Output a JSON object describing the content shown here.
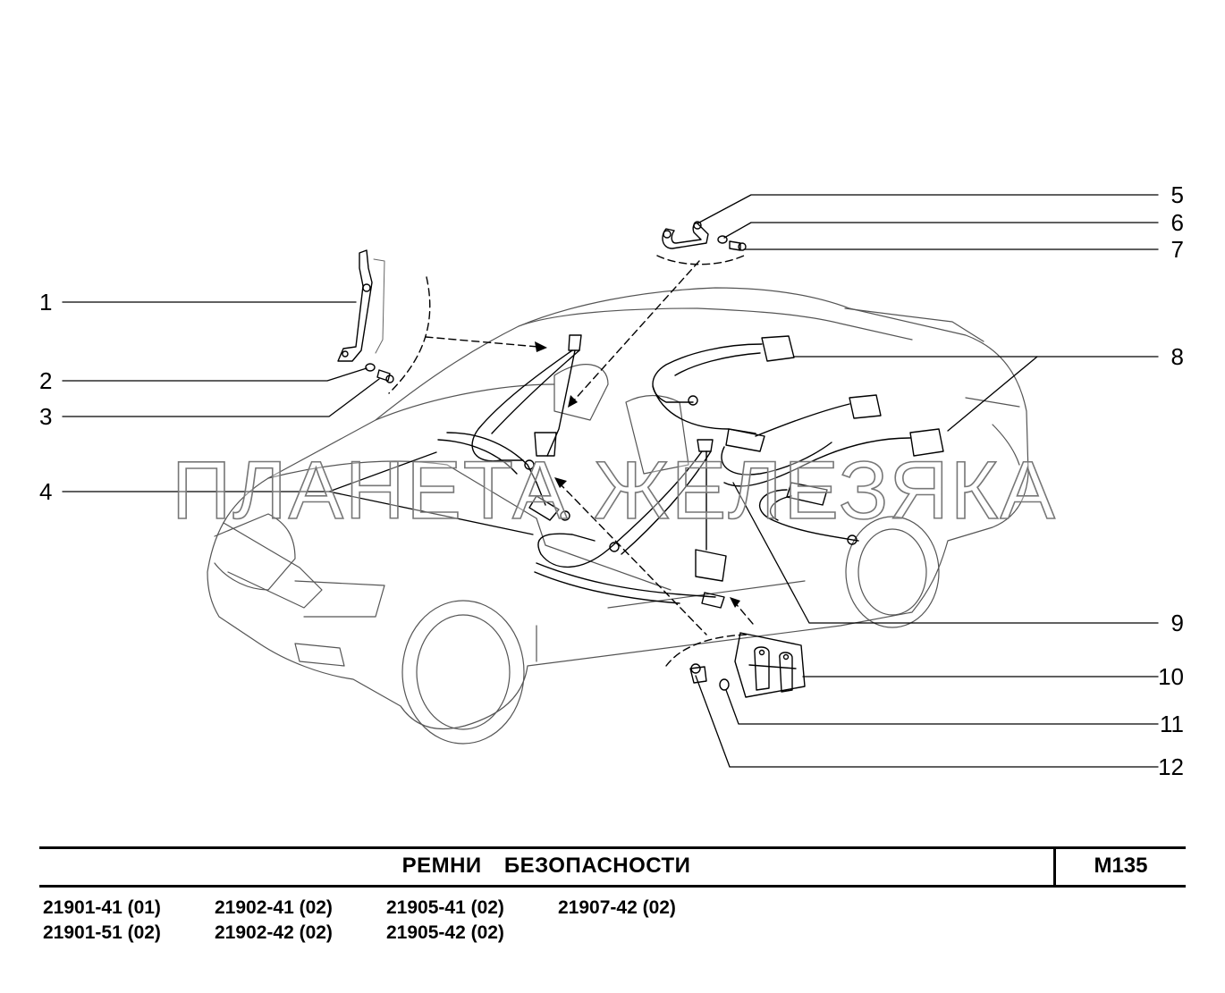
{
  "callouts": {
    "left": [
      "1",
      "2",
      "3",
      "4"
    ],
    "right": [
      "5",
      "6",
      "7",
      "8",
      "9",
      "10",
      "11",
      "12"
    ]
  },
  "watermark": "ПЛАНЕТА ЖЕЛЕЗЯКА",
  "footer": {
    "title": "РЕМНИ БЕЗОПАСНОСТИ",
    "code": "М135",
    "models": [
      [
        "21901-41 (01)",
        "21901-51 (02)"
      ],
      [
        "21902-41 (02)",
        "21902-42 (02)"
      ],
      [
        "21905-41 (02)",
        "21905-42 (02)"
      ],
      [
        "21907-42 (02)"
      ]
    ]
  }
}
